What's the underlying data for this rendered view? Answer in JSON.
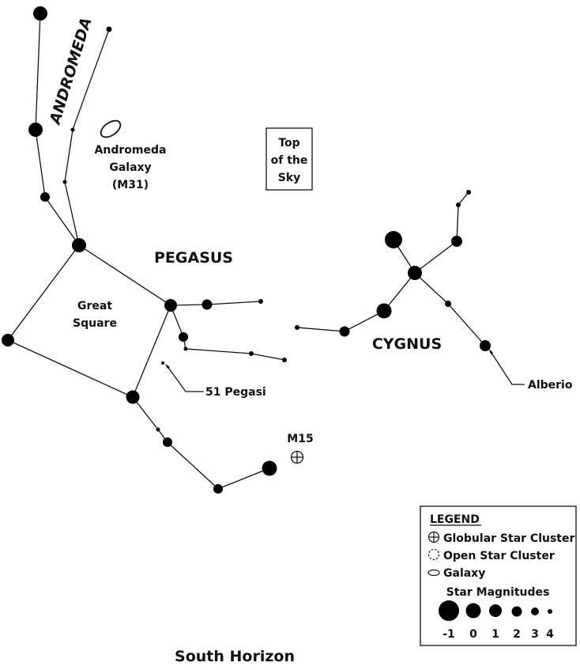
{
  "constellations": {
    "andromeda": "ANDROMEDA",
    "pegasus": "PEGASUS",
    "cygnus": "CYGNUS"
  },
  "labels": {
    "andromeda_galaxy": [
      "Andromeda",
      "Galaxy",
      "(M31)"
    ],
    "great_square": [
      "Great",
      "Square"
    ],
    "top_of_sky": [
      "Top",
      "of the",
      "Sky"
    ],
    "pegasi_51": "51 Pegasi",
    "m15": "M15",
    "alberio": "Alberio",
    "south_horizon": "South Horizon"
  },
  "legend": {
    "title": "LEGEND",
    "items": [
      {
        "symbol": "globular-cluster-icon",
        "label": "Globular Star Cluster"
      },
      {
        "symbol": "open-cluster-icon",
        "label": "Open Star Cluster"
      },
      {
        "symbol": "galaxy-icon",
        "label": "Galaxy"
      }
    ],
    "magnitudes_title": "Star Magnitudes",
    "magnitudes": [
      "-1",
      "0",
      "1",
      "2",
      "3",
      "4"
    ]
  }
}
